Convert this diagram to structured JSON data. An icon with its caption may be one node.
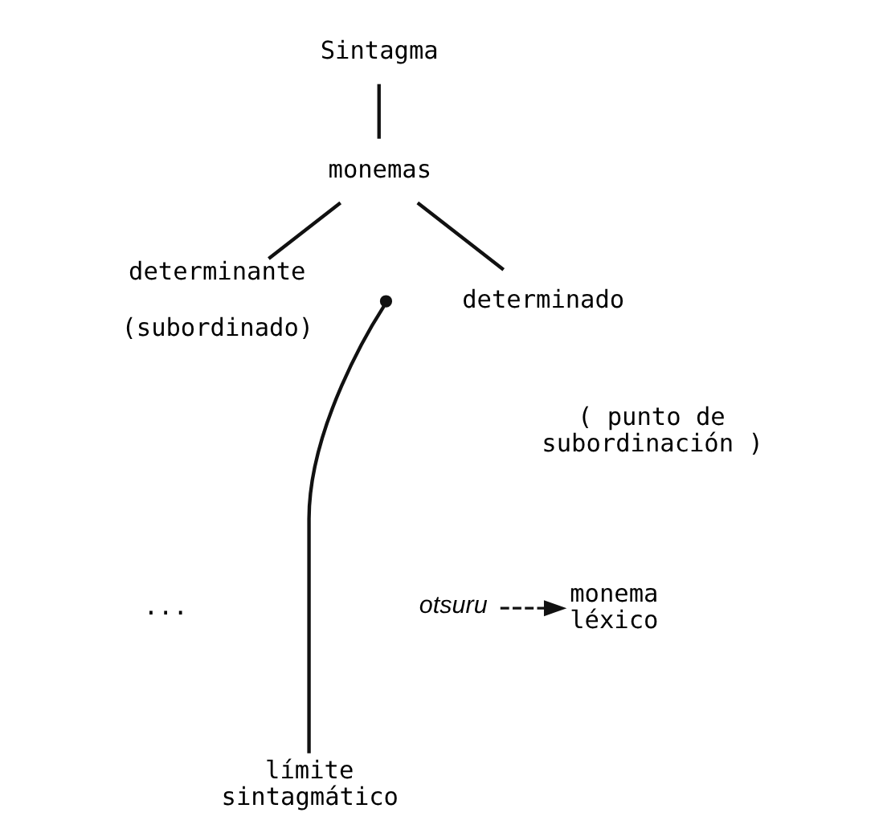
{
  "diagram": {
    "nodes": [
      {
        "text": [
          "Sintagma"
        ]
      },
      {
        "text": [
          "monemas"
        ]
      },
      {
        "text": [
          "determinante"
        ],
        "beside": [
          "(subordinado)"
        ]
      },
      {
        "text": [],
        "shape": "circle"
      },
      {
        "text": [
          "determinado"
        ]
      },
      {
        "text": [
          "otsuru"
        ]
      },
      {
        "text": [
          "monema léxico"
        ]
      },
      {
        "text": [
          "límite sintagmático"
        ]
      }
    ],
    "edges": [
      {
        "from": 0,
        "to": 1,
        "arrow": "none"
      },
      {
        "from": 1,
        "to": 2,
        "arrow": "none"
      },
      {
        "from": 1,
        "to": 4,
        "arrow": "none"
      },
      {
        "from": 3,
        "to": 7,
        "arrow": "none"
      },
      {
        "from": 5,
        "to": 6,
        "arrow": "to",
        "style": "dashed"
      }
    ],
    "labels": [
      "( punto de subordinación )",
      "..."
    ]
  }
}
